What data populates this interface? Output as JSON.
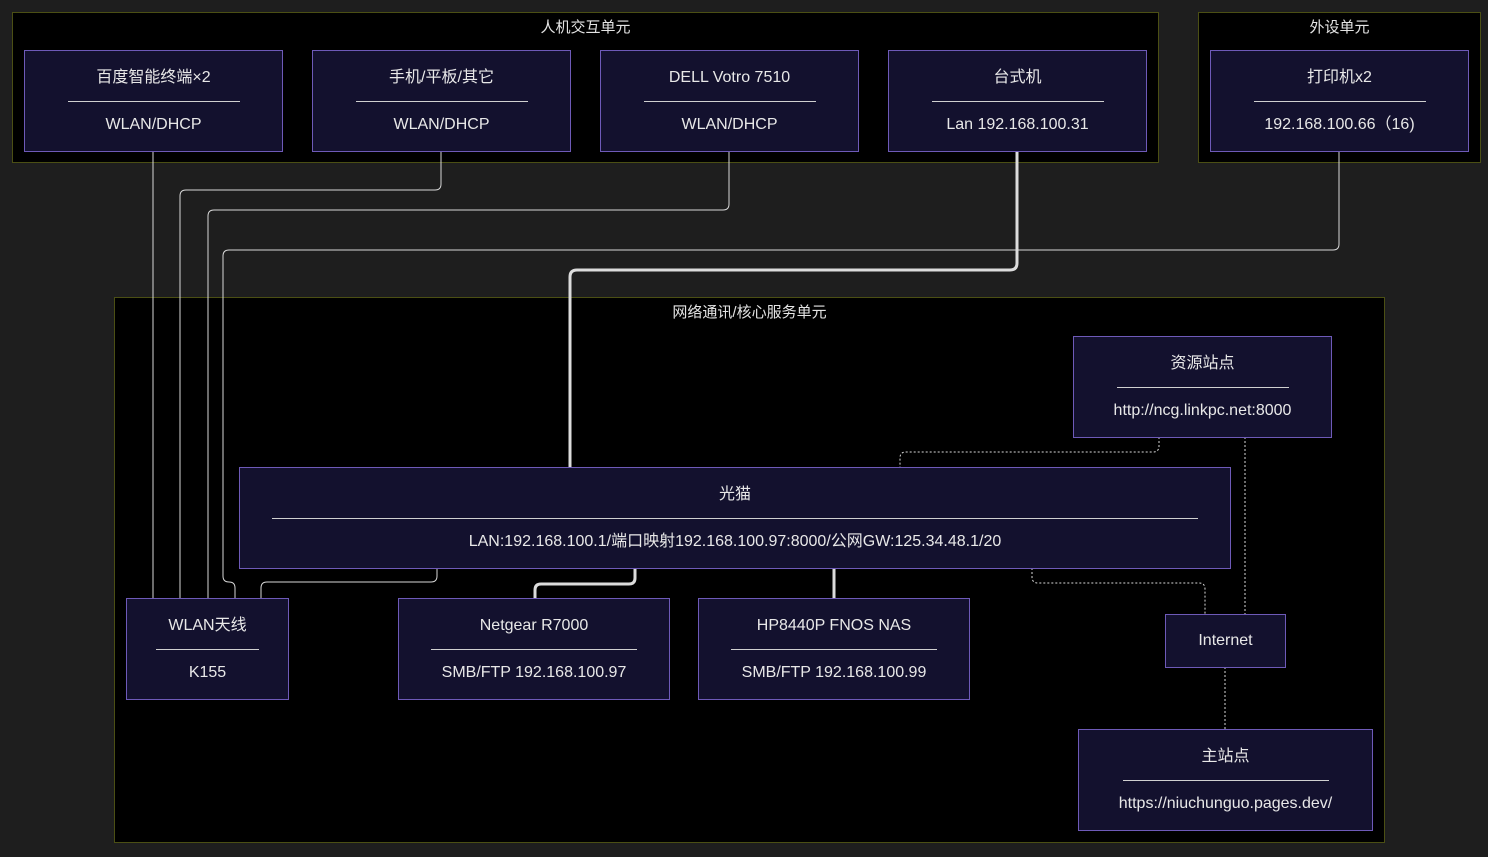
{
  "groups": {
    "hmi": {
      "title": "人机交互单元"
    },
    "peripheral": {
      "title": "外设单元"
    },
    "core": {
      "title": "网络通讯/核心服务单元"
    }
  },
  "nodes": {
    "baidu": {
      "title": "百度智能终端×2",
      "detail": "WLAN/DHCP"
    },
    "phone": {
      "title": "手机/平板/其它",
      "detail": "WLAN/DHCP"
    },
    "dell": {
      "title": "DELL Votro 7510",
      "detail": "WLAN/DHCP"
    },
    "desktop": {
      "title": "台式机",
      "detail": "Lan 192.168.100.31"
    },
    "printer": {
      "title": "打印机x2",
      "detail": "192.168.100.66（16)"
    },
    "resource": {
      "title": "资源站点",
      "detail": "http://ncg.linkpc.net:8000"
    },
    "modem": {
      "title": "光猫",
      "detail": "LAN:192.168.100.1/端口映射192.168.100.97:8000/公网GW:125.34.48.1/20"
    },
    "wlan": {
      "title": "WLAN天线",
      "detail": "K155"
    },
    "netgear": {
      "title": "Netgear R7000",
      "detail": "SMB/FTP 192.168.100.97"
    },
    "nas": {
      "title": "HP8440P FNOS NAS",
      "detail": "SMB/FTP 192.168.100.99"
    },
    "internet": {
      "title": "Internet"
    },
    "mainsite": {
      "title": "主站点",
      "detail": "https://niuchunguo.pages.dev/"
    }
  },
  "colors": {
    "background": "#1e1e1e",
    "group_fill": "#000000",
    "group_border": "#4b4f14",
    "node_fill": "#13112e",
    "node_border": "#6e5ab8",
    "edge": "#d8d8d8"
  }
}
